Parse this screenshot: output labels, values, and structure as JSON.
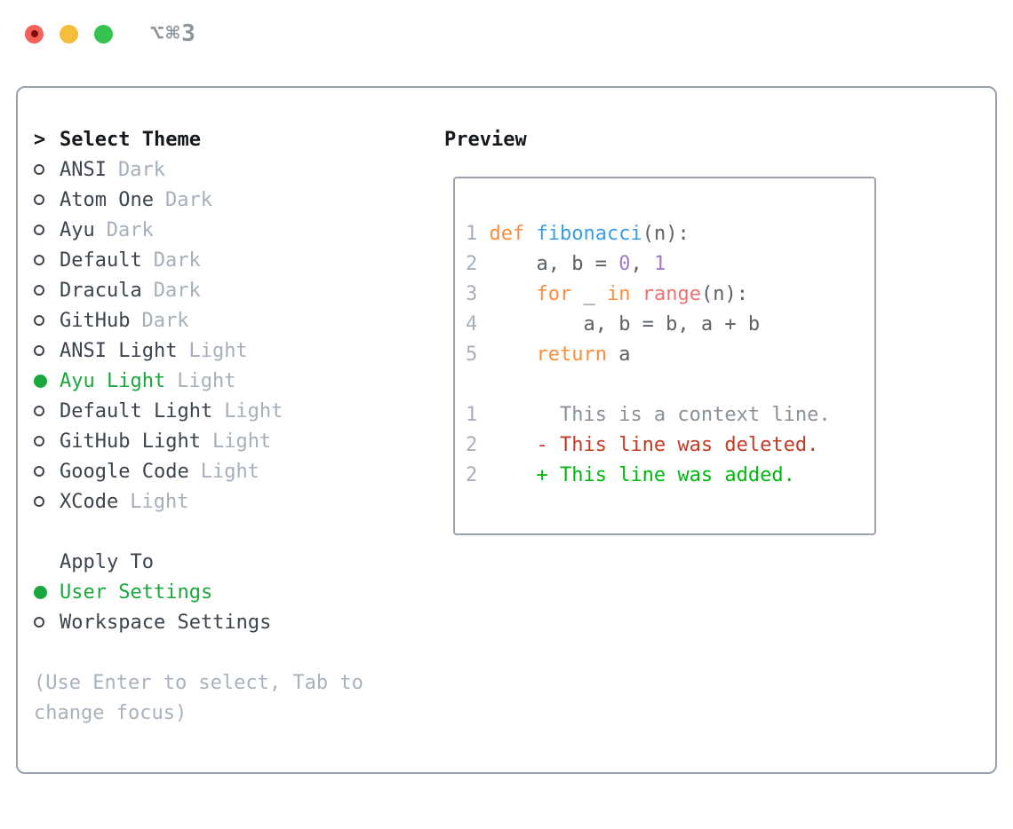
{
  "window": {
    "shortcut_label": "⌥⌘3",
    "traffic_lights": [
      "close-light",
      "minimize-light",
      "zoom-light"
    ]
  },
  "theme_menu": {
    "prompt_char": ">",
    "title": "Select Theme",
    "items": [
      {
        "name": "ANSI",
        "tag": "Dark",
        "selected": false
      },
      {
        "name": "Atom One",
        "tag": "Dark",
        "selected": false
      },
      {
        "name": "Ayu",
        "tag": "Dark",
        "selected": false
      },
      {
        "name": "Default",
        "tag": "Dark",
        "selected": false
      },
      {
        "name": "Dracula",
        "tag": "Dark",
        "selected": false
      },
      {
        "name": "GitHub",
        "tag": "Dark",
        "selected": false
      },
      {
        "name": "ANSI Light",
        "tag": "Light",
        "selected": false
      },
      {
        "name": "Ayu Light",
        "tag": "Light",
        "selected": true
      },
      {
        "name": "Default Light",
        "tag": "Light",
        "selected": false
      },
      {
        "name": "GitHub Light",
        "tag": "Light",
        "selected": false
      },
      {
        "name": "Google Code",
        "tag": "Light",
        "selected": false
      },
      {
        "name": "XCode",
        "tag": "Light",
        "selected": false
      }
    ]
  },
  "apply_to": {
    "title": "Apply To",
    "items": [
      {
        "name": "User Settings",
        "selected": true
      },
      {
        "name": "Workspace Settings",
        "selected": false
      }
    ]
  },
  "hint_lines": [
    "(Use Enter to select, Tab to",
    "change focus)"
  ],
  "preview": {
    "title": "Preview",
    "code_lines": [
      [
        {
          "s": "num",
          "t": "1 "
        },
        {
          "s": "kw",
          "t": "def "
        },
        {
          "s": "fn",
          "t": "fibonacci"
        },
        {
          "s": "plain",
          "t": "(n):"
        }
      ],
      [
        {
          "s": "num",
          "t": "2 "
        },
        {
          "s": "plain",
          "t": "    a, b = "
        },
        {
          "s": "lit",
          "t": "0"
        },
        {
          "s": "plain",
          "t": ", "
        },
        {
          "s": "lit",
          "t": "1"
        }
      ],
      [
        {
          "s": "num",
          "t": "3 "
        },
        {
          "s": "plain",
          "t": "    "
        },
        {
          "s": "kw",
          "t": "for"
        },
        {
          "s": "plain",
          "t": " _ "
        },
        {
          "s": "kw",
          "t": "in"
        },
        {
          "s": "plain",
          "t": " "
        },
        {
          "s": "call",
          "t": "range"
        },
        {
          "s": "plain",
          "t": "(n):"
        }
      ],
      [
        {
          "s": "num",
          "t": "4 "
        },
        {
          "s": "plain",
          "t": "        a, b = b, a + b"
        }
      ],
      [
        {
          "s": "num",
          "t": "5 "
        },
        {
          "s": "plain",
          "t": "    "
        },
        {
          "s": "kw",
          "t": "return"
        },
        {
          "s": "plain",
          "t": " a"
        }
      ],
      [],
      [
        {
          "s": "num",
          "t": "1 "
        },
        {
          "s": "ctx",
          "t": "      This is a context line."
        }
      ],
      [
        {
          "s": "num",
          "t": "2 "
        },
        {
          "s": "del",
          "t": "    - This line was deleted."
        }
      ],
      [
        {
          "s": "num",
          "t": "2 "
        },
        {
          "s": "add",
          "t": "    + This line was added."
        }
      ]
    ]
  },
  "colors": {
    "selected_green": "#1aa73e",
    "added_green": "#00b80f",
    "deleted_red": "#c43a25",
    "context_gray": "#8a9199",
    "keyword_orange": "#fa8d3e",
    "function_blue": "#399ee6",
    "literal_purple": "#a37acc",
    "call_coral": "#f07171",
    "code_foreground": "#5c6166",
    "line_number_gray": "#a6afba",
    "tag_gray": "#a6afba",
    "hint_gray": "#a9b2bc",
    "panel_border": "#99a2ac",
    "titlebar_text": "#8e959c",
    "traffic_red": "#f4605a",
    "traffic_yellow": "#f5bd3c",
    "traffic_green": "#35c24f"
  }
}
